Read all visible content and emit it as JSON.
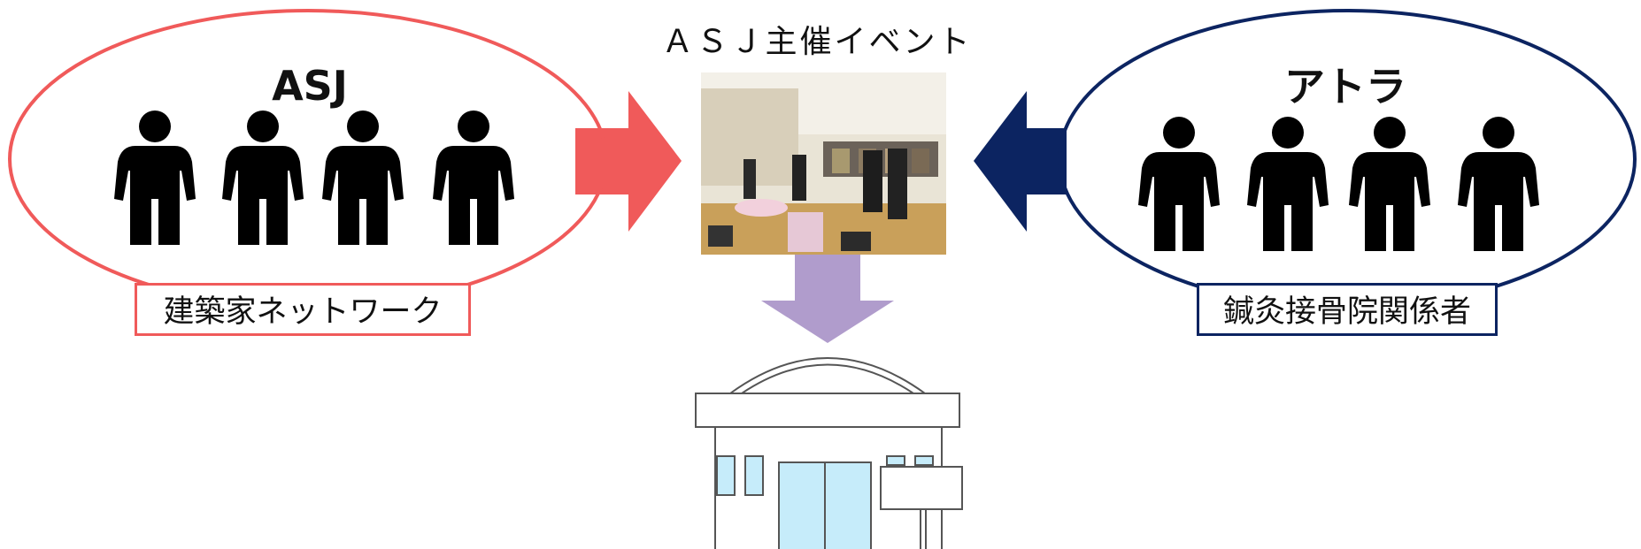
{
  "event": {
    "title": "ＡＳＪ主催イベント"
  },
  "groups": {
    "left": {
      "name": "ASJ",
      "caption": "建築家ネットワーク",
      "color": "#f05a5a"
    },
    "right": {
      "name": "アトラ",
      "caption": "鍼灸接骨院関係者",
      "color": "#0c2461"
    }
  },
  "flow_arrow_color": "#b09ccc",
  "icons": [
    "person-icon",
    "event-photo",
    "building-icon"
  ]
}
